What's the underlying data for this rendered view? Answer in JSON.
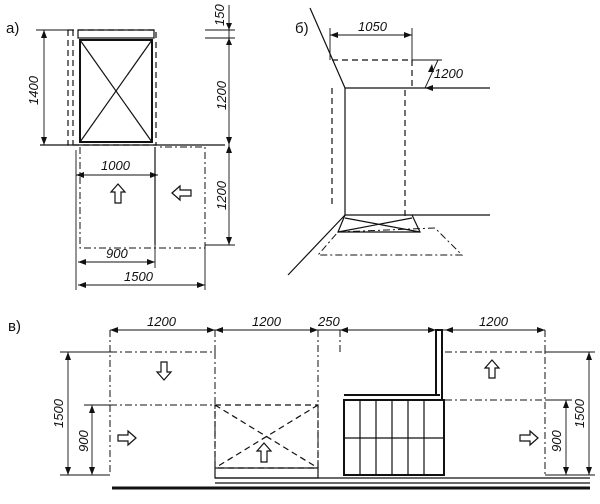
{
  "parts": {
    "a": "а)",
    "b": "б)",
    "v": "в)"
  },
  "fig_a": {
    "dim_1400": "1400",
    "dim_150": "150",
    "dim_1200_upper": "1200",
    "dim_1200_lower": "1200",
    "dim_1000": "1000",
    "dim_900": "900",
    "dim_1500": "1500"
  },
  "fig_b": {
    "dim_1050": "1050",
    "dim_1200": "1200"
  },
  "fig_v": {
    "dim_1200_1": "1200",
    "dim_1200_2": "1200",
    "dim_250": "250",
    "dim_1200_3": "1200",
    "dim_1500_left": "1500",
    "dim_900_left": "900",
    "dim_1500_right": "1500",
    "dim_900_right": "900"
  }
}
